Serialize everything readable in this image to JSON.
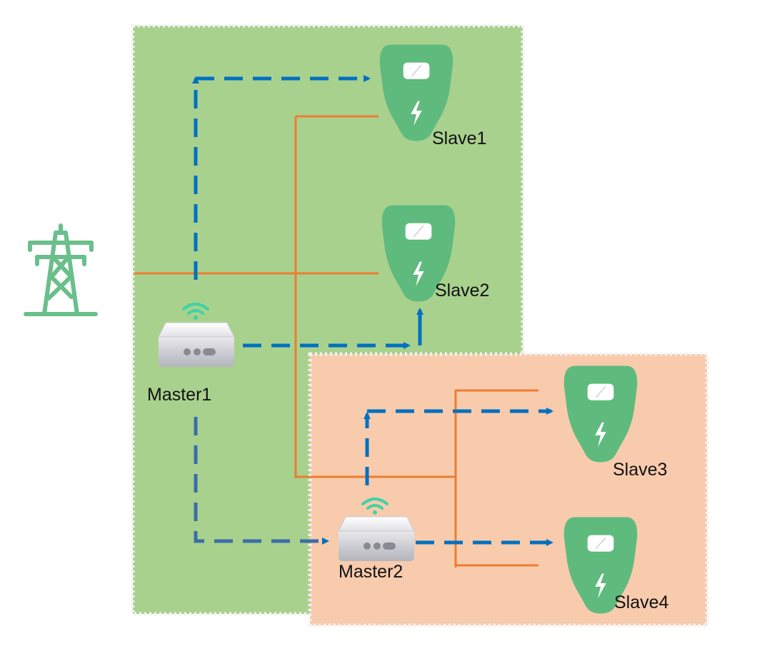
{
  "nodes": {
    "master1": {
      "label": "Master1"
    },
    "master2": {
      "label": "Master2"
    },
    "slave1": {
      "label": "Slave1"
    },
    "slave2": {
      "label": "Slave2"
    },
    "slave3": {
      "label": "Slave3"
    },
    "slave4": {
      "label": "Slave4"
    }
  },
  "icons": {
    "grid": "power-tower-icon",
    "charger": "ev-charger-icon",
    "master": "router-icon",
    "wifi": "wifi-icon"
  },
  "colors": {
    "zone1_fill": "#a9d18e",
    "zone2_fill": "#f8cbad",
    "zone_border": "#f2f2f2",
    "charger": "#5fba7d",
    "tower": "#6abf8a",
    "wifi": "#3fd3a3",
    "power_line": "#ed7d31",
    "data_link": "#0070c0"
  }
}
